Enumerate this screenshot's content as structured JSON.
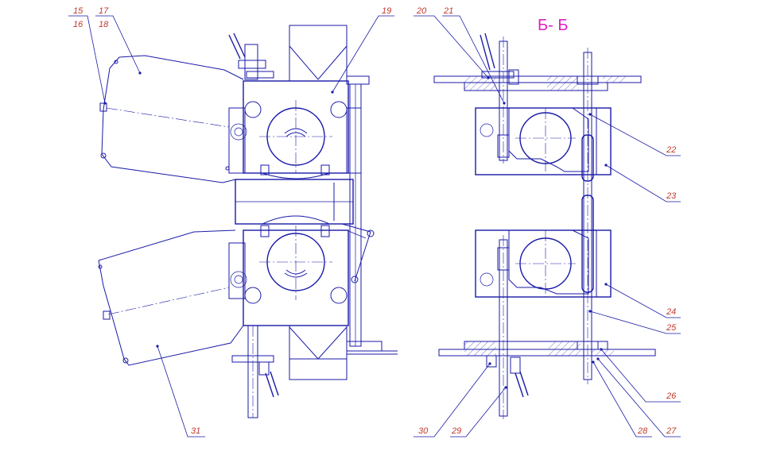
{
  "section_title": "Б- Б",
  "callouts": {
    "c15": "15",
    "c16": "16",
    "c17": "17",
    "c18": "18",
    "c19": "19",
    "c20": "20",
    "c21": "21",
    "c22": "22",
    "c23": "23",
    "c24": "24",
    "c25": "25",
    "c26": "26",
    "c27": "27",
    "c28": "28",
    "c29": "29",
    "c30": "30",
    "c31": "31"
  },
  "colors": {
    "line": "#1a1aa8",
    "labels": "#c0392b",
    "section_title": "#e020c0"
  }
}
